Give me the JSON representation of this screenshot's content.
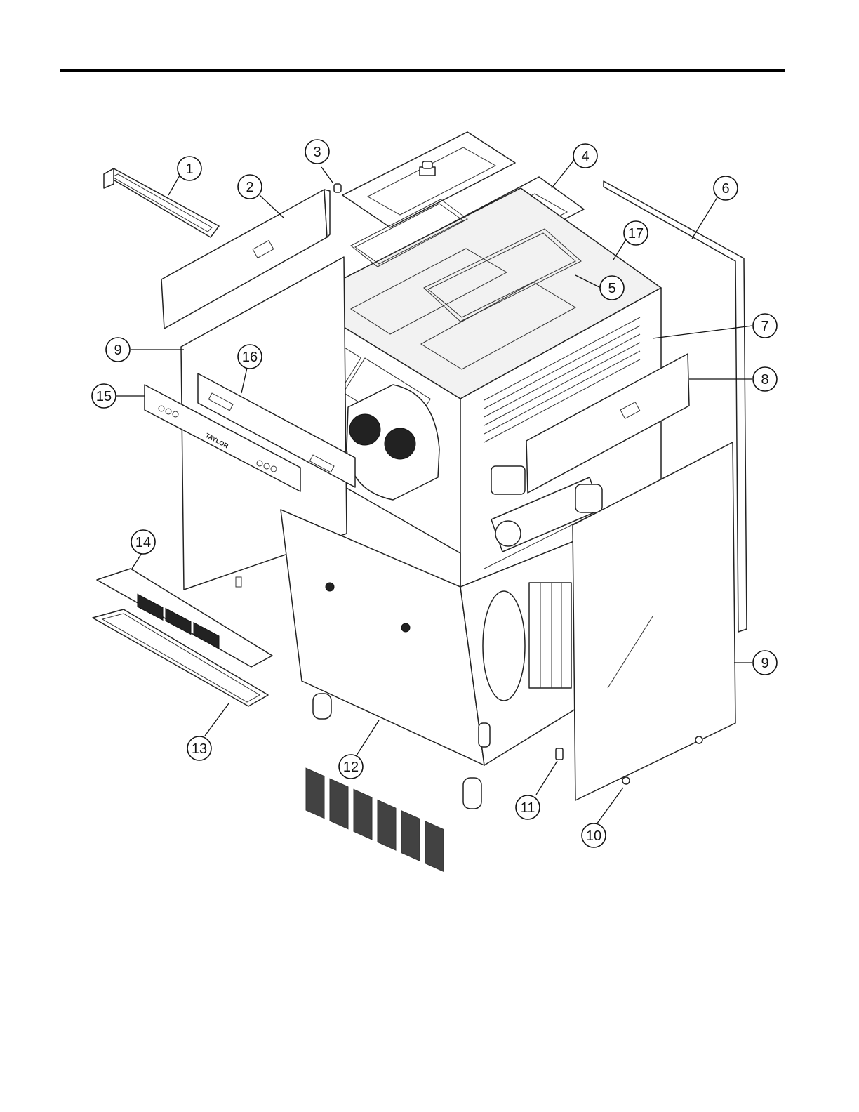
{
  "header": {
    "rule_color": "#000000"
  },
  "panel": {
    "brand_label": "TAYLOR"
  },
  "callouts": [
    {
      "id": 1,
      "label": "1"
    },
    {
      "id": 2,
      "label": "2"
    },
    {
      "id": 3,
      "label": "3"
    },
    {
      "id": 4,
      "label": "4"
    },
    {
      "id": 5,
      "label": "5"
    },
    {
      "id": 6,
      "label": "6"
    },
    {
      "id": 17,
      "label": "17"
    },
    {
      "id": 7,
      "label": "7"
    },
    {
      "id": 8,
      "label": "8"
    },
    {
      "id": 9,
      "label": "9"
    },
    {
      "id": 16,
      "label": "16"
    },
    {
      "id": 15,
      "label": "15"
    },
    {
      "id": 14,
      "label": "14"
    },
    {
      "id": 13,
      "label": "13"
    },
    {
      "id": 12,
      "label": "12"
    },
    {
      "id": 11,
      "label": "11"
    },
    {
      "id": 10,
      "label": "10"
    },
    {
      "id": 90,
      "label": "9"
    }
  ]
}
